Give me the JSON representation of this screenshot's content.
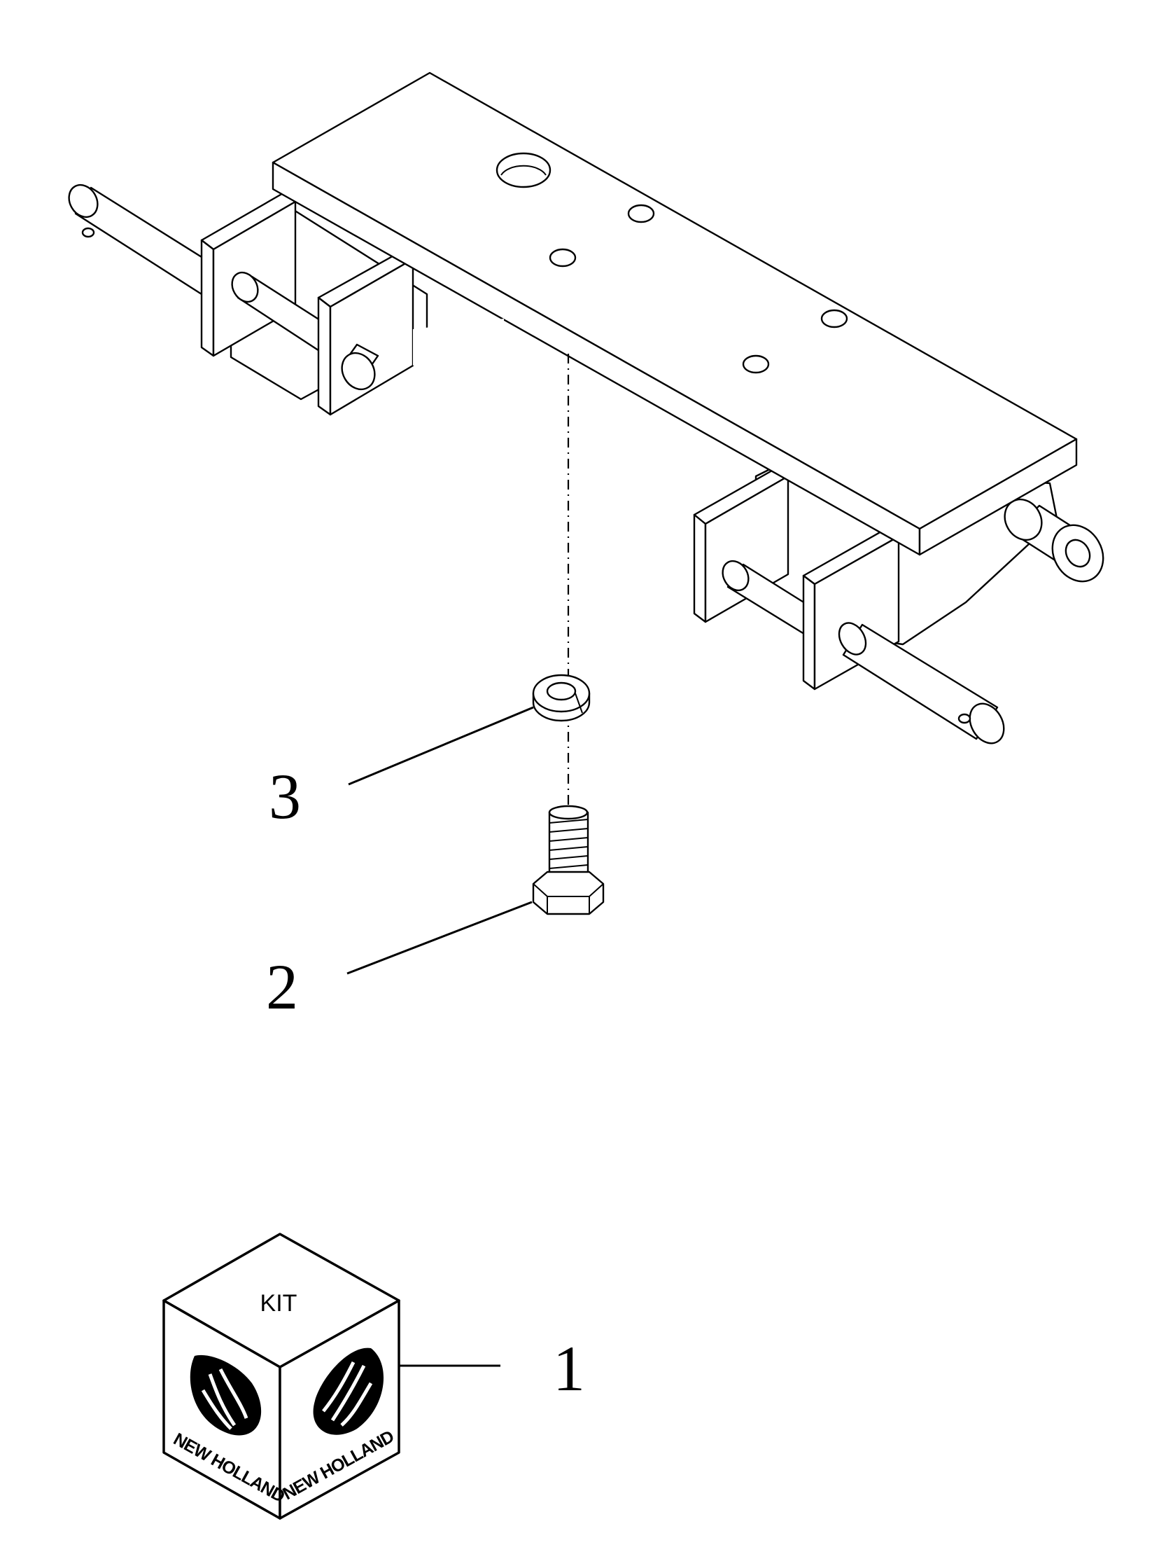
{
  "diagram": {
    "callouts": [
      {
        "id": "1",
        "label": "1"
      },
      {
        "id": "2",
        "label": "2"
      },
      {
        "id": "3",
        "label": "3"
      }
    ],
    "kit_box": {
      "label": "KIT",
      "brand_left": "NEW HOLLAND",
      "brand_right": "NEW HOLLAND"
    },
    "colors": {
      "line": "#000000",
      "background": "#ffffff"
    }
  }
}
